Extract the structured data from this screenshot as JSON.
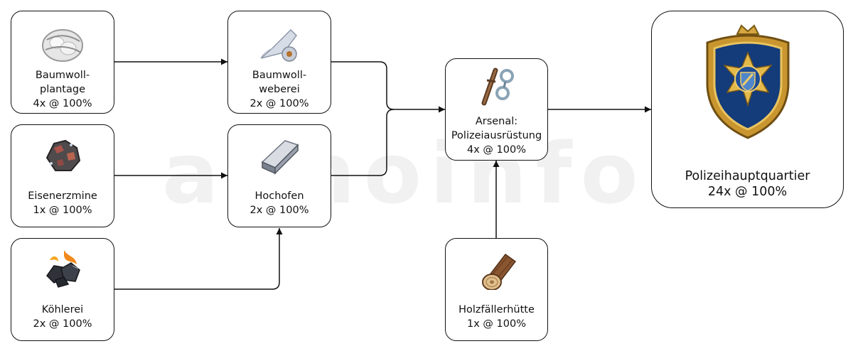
{
  "watermark": "© annoinfo.de",
  "nodes": {
    "cotton_plantation": {
      "lines": [
        "Baumwoll-",
        "plantage"
      ],
      "rate": "4x @ 100%",
      "icon": "cotton-bale-icon"
    },
    "iron_mine": {
      "lines": [
        "Eisenerzmine"
      ],
      "rate": "1x @ 100%",
      "icon": "iron-ore-icon"
    },
    "charcoal_burner": {
      "lines": [
        "Köhlerei"
      ],
      "rate": "2x @ 100%",
      "icon": "coal-icon"
    },
    "cotton_mill": {
      "lines": [
        "Baumwoll-",
        "weberei"
      ],
      "rate": "2x @ 100%",
      "icon": "fabric-roll-icon"
    },
    "furnace": {
      "lines": [
        "Hochofen"
      ],
      "rate": "2x @ 100%",
      "icon": "steel-ingot-icon"
    },
    "arsenal": {
      "lines": [
        "Arsenal:",
        "Polizeiausrüstung"
      ],
      "rate": "4x @ 100%",
      "icon": "police-equipment-icon"
    },
    "lumberjack": {
      "lines": [
        "Holzfällerhütte"
      ],
      "rate": "1x @ 100%",
      "icon": "wood-log-icon"
    },
    "police_hq": {
      "lines": [
        "Polizeihauptquartier"
      ],
      "rate": "24x @ 100%",
      "icon": "police-badge-icon"
    }
  },
  "edges": [
    {
      "from": "cotton_plantation",
      "to": "cotton_mill"
    },
    {
      "from": "iron_mine",
      "to": "furnace"
    },
    {
      "from": "charcoal_burner",
      "to": "furnace"
    },
    {
      "from": "cotton_mill",
      "to": "arsenal"
    },
    {
      "from": "furnace",
      "to": "arsenal"
    },
    {
      "from": "lumberjack",
      "to": "arsenal"
    },
    {
      "from": "arsenal",
      "to": "police_hq"
    }
  ]
}
